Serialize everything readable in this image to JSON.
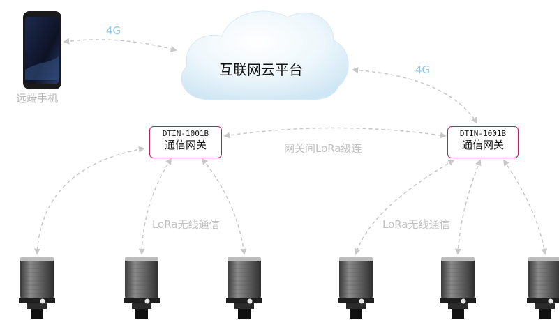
{
  "cloud": {
    "label": "互联网云平台"
  },
  "phone": {
    "label": "远端手机"
  },
  "links": {
    "phone_cloud": "4G",
    "cloud_gateway": "4G",
    "gateway_cascade": "网关间LoRa级连",
    "left_lora": "LoRa无线通信",
    "right_lora": "LoRa无线通信"
  },
  "gateways": [
    {
      "model": "DTIN-1001B",
      "name": "通信网关"
    },
    {
      "model": "DTIN-1001B",
      "name": "通信网关"
    }
  ],
  "colors": {
    "cloud_fill": "#e6f3fb",
    "dashed_line": "#c8c8c8",
    "label_4g": "#8cc7e6",
    "gateway_border": "#c2185b"
  },
  "icons": {
    "phone": "smartphone-icon",
    "cloud": "cloud-icon",
    "sensor": "sensor-node-icon"
  }
}
